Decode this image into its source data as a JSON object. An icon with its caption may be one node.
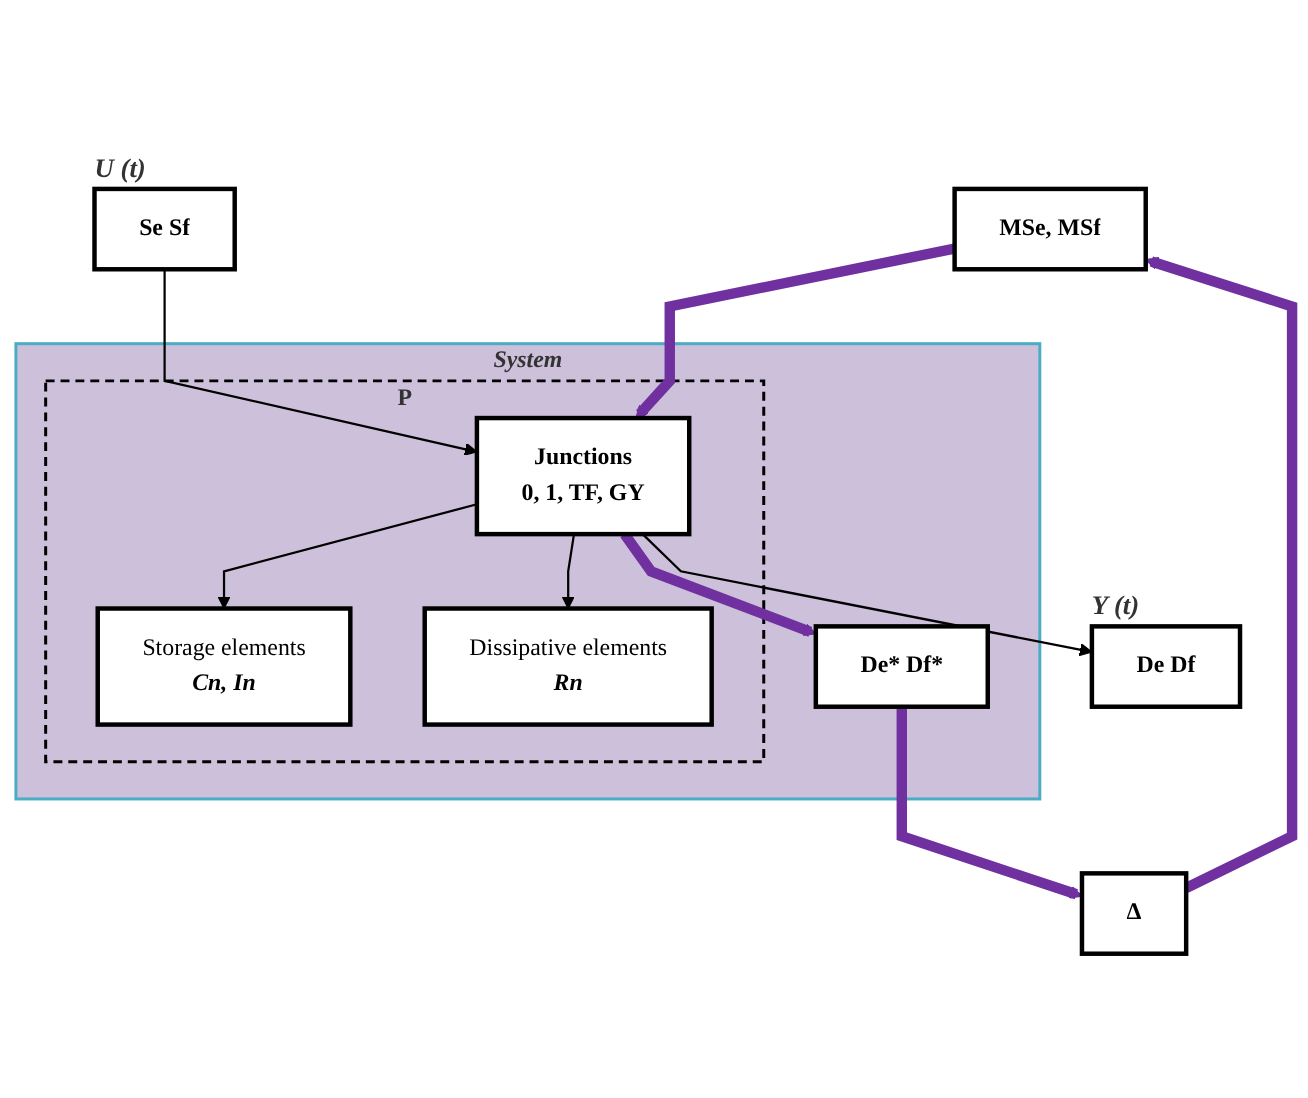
{
  "diagram": {
    "nodes": [
      {
        "text": [
          "MSe, MSf"
        ]
      },
      {
        "text": [
          "Δ"
        ]
      },
      {
        "text": [
          "System"
        ]
      },
      {
        "text": [
          "P"
        ],
        "in": 2
      },
      {
        "text": [
          "Se Sf"
        ],
        "beside": [
          "U (t)"
        ]
      },
      {
        "text": [
          "De* Df*"
        ],
        "in": 2
      },
      {
        "text": [
          "Junctions",
          "0, 1, TF, GY"
        ],
        "in": 3
      },
      {
        "text": [
          "De Df"
        ],
        "beside": [
          "Y (t)"
        ]
      },
      {
        "text": [
          "Storage elements",
          "Cn, In"
        ],
        "in": 3
      },
      {
        "text": [
          "Dissipative elements",
          "Rn"
        ],
        "in": 3
      }
    ],
    "edges": [
      {
        "from": 4,
        "to": 6,
        "arrow": "to"
      },
      {
        "from": 6,
        "to": 7,
        "arrow": "to"
      },
      {
        "from": 6,
        "to": 5,
        "arrow": "to",
        "style": "thick",
        "color": "#7030a0"
      },
      {
        "from": 5,
        "to": 1,
        "arrow": "to",
        "style": "thick",
        "color": "#7030a0"
      },
      {
        "from": 1,
        "to": 0,
        "arrow": "to",
        "style": "thick",
        "color": "#7030a0"
      },
      {
        "from": 0,
        "to": 6,
        "arrow": "to",
        "style": "thick",
        "color": "#7030a0"
      },
      {
        "from": 6,
        "to": 8,
        "arrow": "to"
      },
      {
        "from": 6,
        "to": 9,
        "arrow": "to"
      }
    ]
  }
}
